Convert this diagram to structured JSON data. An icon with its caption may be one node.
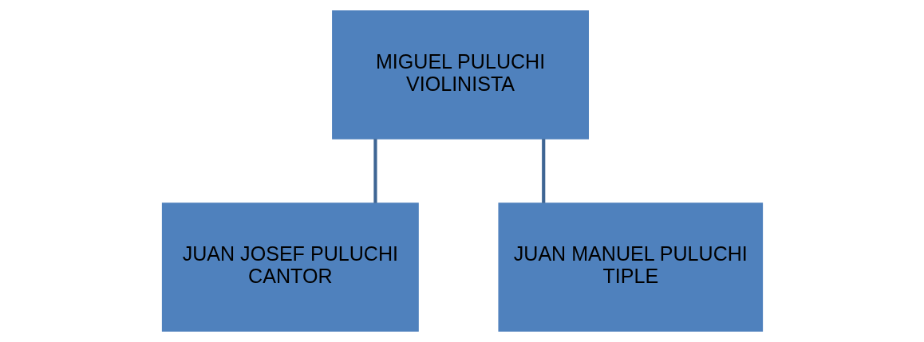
{
  "diagram": {
    "nodes": [
      {
        "text": [
          "MIGUEL PULUCHI",
          "VIOLINISTA"
        ]
      },
      {
        "text": [
          "JUAN JOSEF PULUCHI",
          "CANTOR"
        ]
      },
      {
        "text": [
          "JUAN MANUEL PULUCHI",
          "TIPLE"
        ]
      }
    ],
    "edges": [
      {
        "from": 0,
        "to": 1,
        "arrow": "none"
      },
      {
        "from": 0,
        "to": 2,
        "arrow": "none"
      }
    ]
  }
}
